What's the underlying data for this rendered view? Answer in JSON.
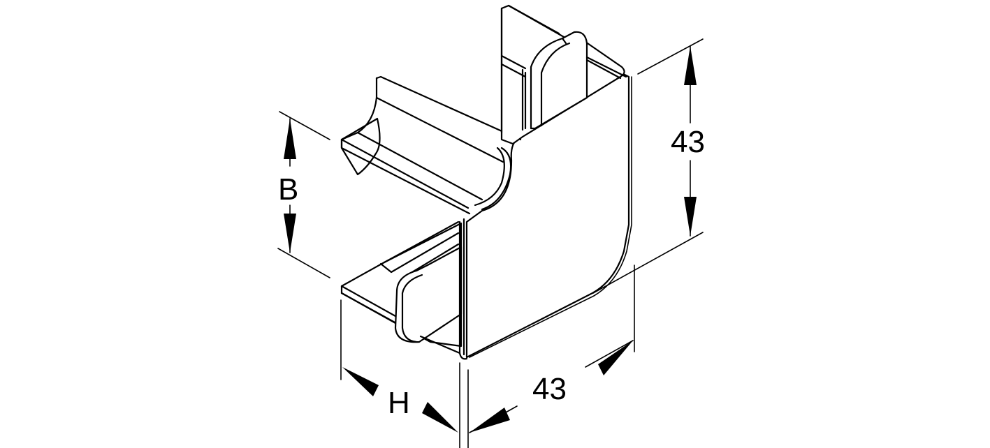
{
  "drawing": {
    "subject": "cable duct flat corner piece, isometric view",
    "line_color": "#000000",
    "background_color": "#ffffff"
  },
  "dimensions": {
    "width_label": "B",
    "height_label": "H",
    "vertical_length": "43",
    "horizontal_length": "43"
  }
}
